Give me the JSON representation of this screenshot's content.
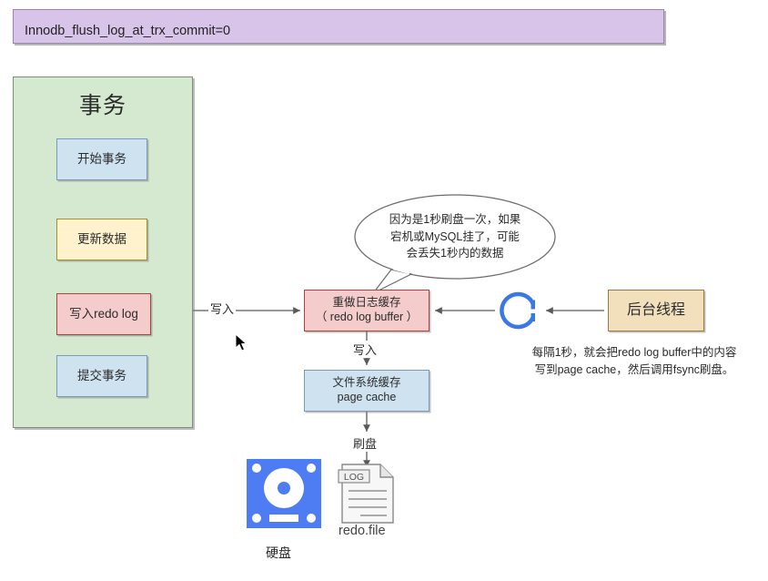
{
  "header": {
    "title": "Innodb_flush_log_at_trx_commit=0",
    "bg_color": "#d9c4e9"
  },
  "transaction": {
    "title": "事务",
    "bg_color": "#d5e8d0",
    "steps": [
      {
        "label": "开始事务",
        "color": "#cfe2f0"
      },
      {
        "label": "更新数据",
        "color": "#fff2cc"
      },
      {
        "label": "写入redo log",
        "color": "#f4cccc"
      },
      {
        "label": "提交事务",
        "color": "#cfe2f0"
      }
    ]
  },
  "center": {
    "redo_buffer": {
      "line1": "重做日志缓存",
      "line2": "（ redo log buffer ）",
      "color": "#f4cccc"
    },
    "page_cache": {
      "line1": "文件系统缓存",
      "line2": "page cache",
      "color": "#cfe2f0"
    }
  },
  "right": {
    "bg_thread_label": "后台线程",
    "bg_thread_color": "#f2e0bd",
    "caption_line1": "每隔1秒，就会把redo log buffer中的内容",
    "caption_line2": "写到page cache，然后调用fsync刷盘。",
    "loop_icon_color": "#3b78e7"
  },
  "bubble": {
    "line1": "因为是1秒刷盘一次，如果",
    "line2": "宕机或MySQL挂了，可能",
    "line3": "会丢失1秒内的数据"
  },
  "arrow_labels": {
    "write_to_buffer": "写入",
    "write_to_page_cache": "写入",
    "flush_to_disk": "刷盘"
  },
  "bottom": {
    "disk_label": "硬盘",
    "disk_icon_color": "#4d7cf3",
    "file_label": "redo.file",
    "file_tag": "LOG"
  }
}
